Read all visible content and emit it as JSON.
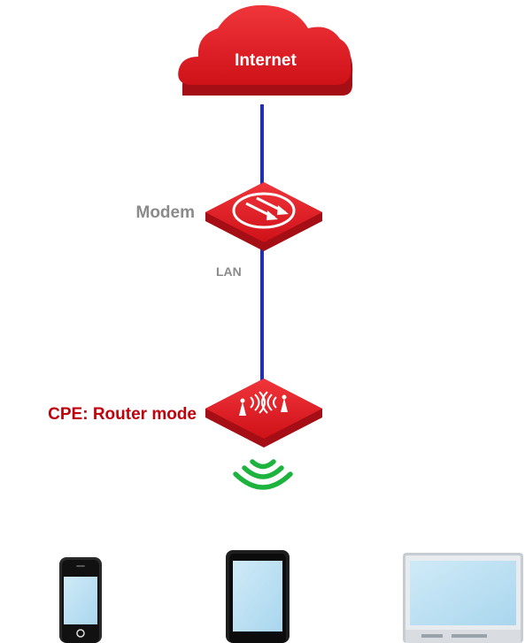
{
  "nodes": {
    "internet": {
      "label": "Internet"
    },
    "modem": {
      "label": "Modem"
    },
    "cpe": {
      "label": "CPE: Router mode"
    }
  },
  "links": {
    "modem_to_cpe": {
      "label": "LAN"
    }
  },
  "colors": {
    "device_red": "#d9141b",
    "device_red_dark": "#9f0d12",
    "cable_blue": "#1f2fb0",
    "wifi_green": "#1db33f",
    "cpe_label": "#c0000a",
    "gray_label": "#8a8a8a"
  },
  "icons": [
    "cloud-icon",
    "modem-icon",
    "router-icon",
    "wifi-signal-icon",
    "smartphone-icon",
    "tablet-icon",
    "laptop-icon"
  ]
}
